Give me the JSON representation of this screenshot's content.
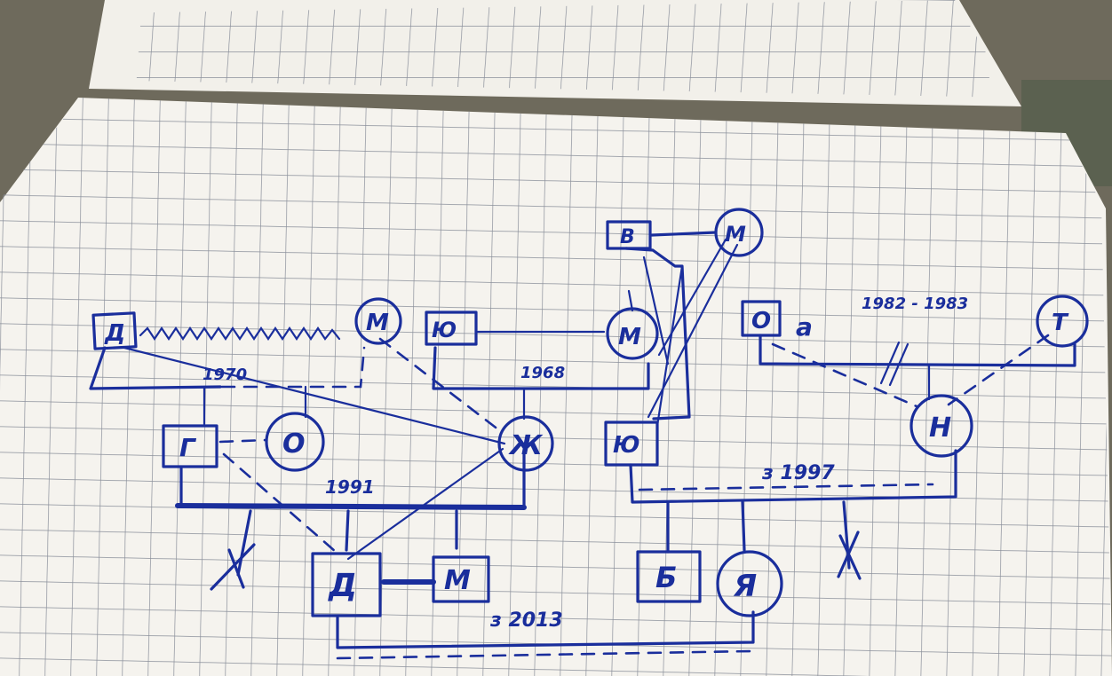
{
  "colors": {
    "ink": "#1a2e9c",
    "paper": "#f4f2ec",
    "grid": "#8a8f9a",
    "background": "#6e6a5c"
  },
  "people": {
    "d_top": "Д",
    "m_top_left": "М",
    "yu_top": "Ю",
    "m_center": "М",
    "v_top": "В",
    "m_top_right": "М",
    "o_right": "О",
    "a_right": "а",
    "t_right": "Т",
    "g_mid": "Г",
    "o_mid": "О",
    "zh_mid": "Ж",
    "yu_mid": "Ю",
    "n_right": "Н",
    "d_bottom": "Д",
    "m_bottom": "М",
    "b_bottom": "Б",
    "ya_bottom": "Я"
  },
  "years": {
    "y1970": "1970",
    "y1968": "1968",
    "y1982": "1982 - 1983",
    "y1991": "1991",
    "y1997": "з 1997",
    "y2013": "з 2013"
  }
}
